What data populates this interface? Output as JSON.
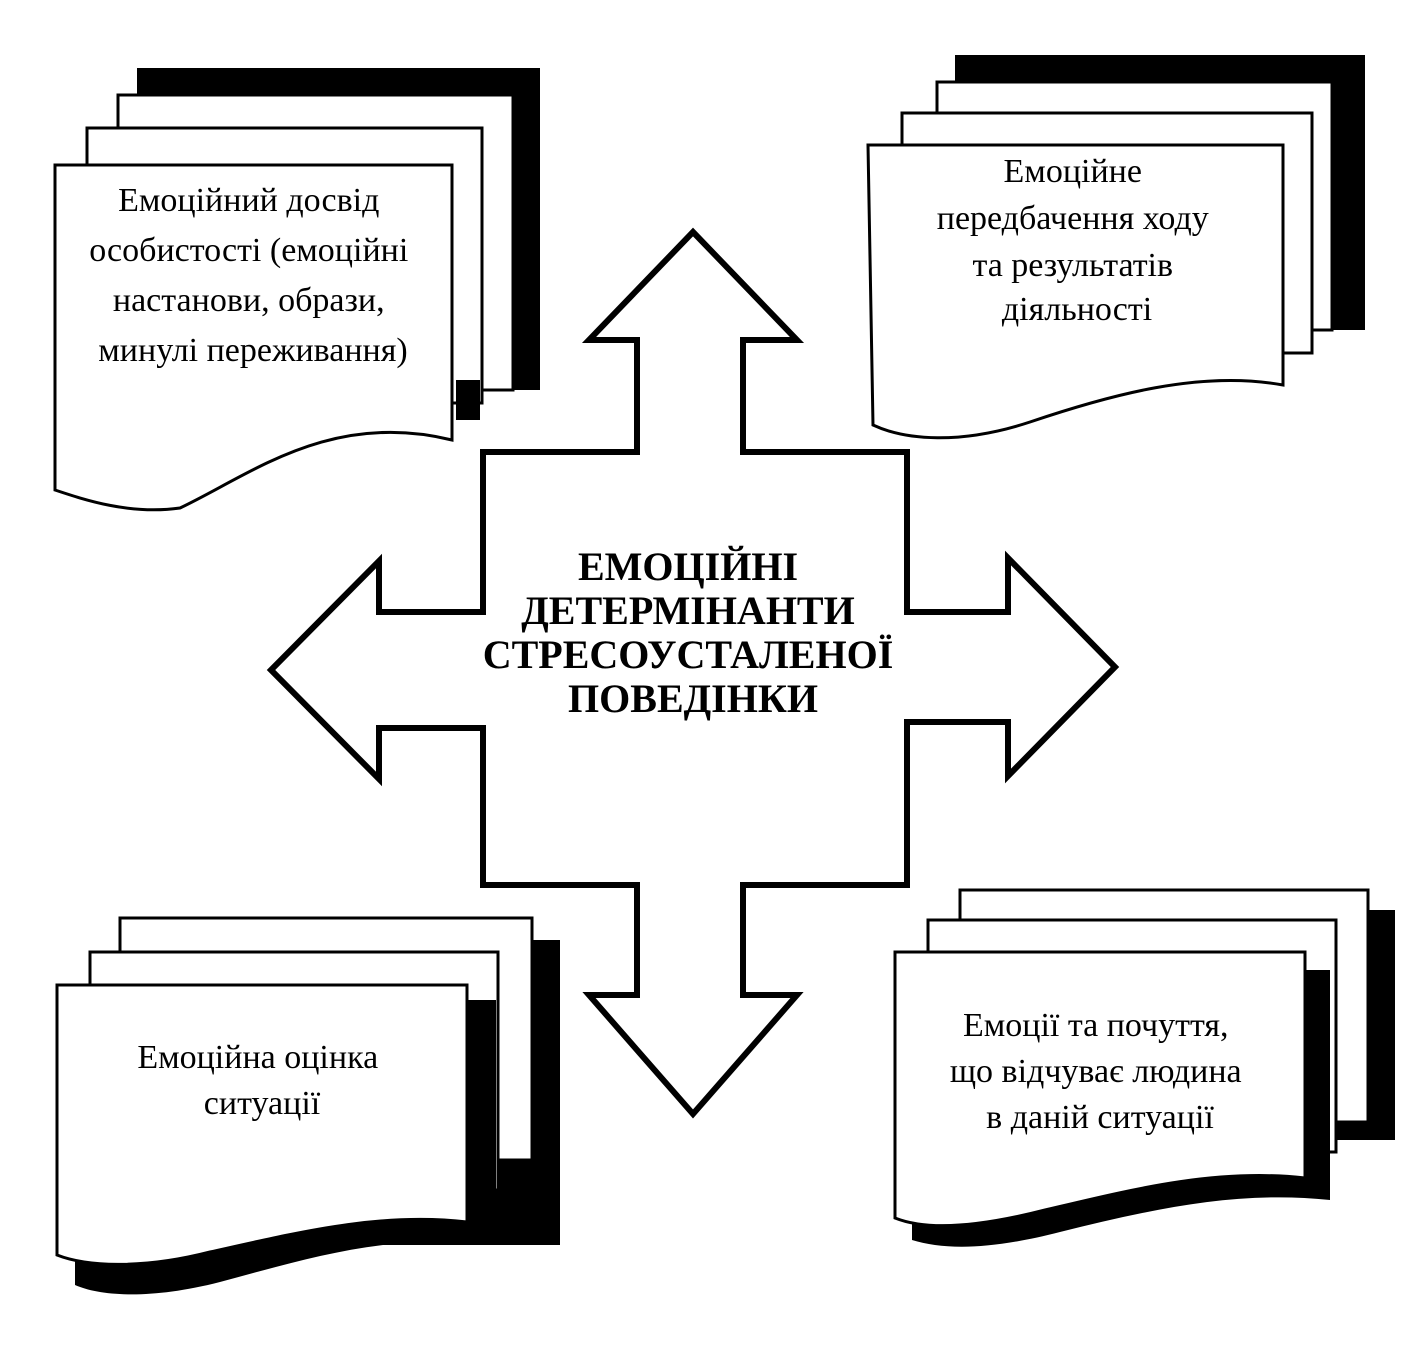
{
  "center": {
    "lines": [
      "ЕМОЦІЙНІ",
      "ДЕТЕРМІНАНТИ",
      "СТРЕСОУСТАЛЕНОЇ",
      "ПОВЕДІНКИ"
    ]
  },
  "documents": {
    "top_left": {
      "lines": [
        "Емоційний досвід",
        "особистості (емоційні",
        "настанови, образи,",
        "минулі переживання)"
      ]
    },
    "top_right": {
      "lines": [
        "Емоційне",
        "передбачення ходу",
        "та результатів",
        "діяльності"
      ]
    },
    "bottom_left": {
      "lines": [
        "Емоційна оцінка",
        "ситуації"
      ]
    },
    "bottom_right": {
      "lines": [
        "Емоції та почуття,",
        "що відчуває людина",
        "в даній ситуації"
      ]
    }
  },
  "colors": {
    "line": "#000000",
    "fill": "#ffffff",
    "shadow": "#000000"
  }
}
